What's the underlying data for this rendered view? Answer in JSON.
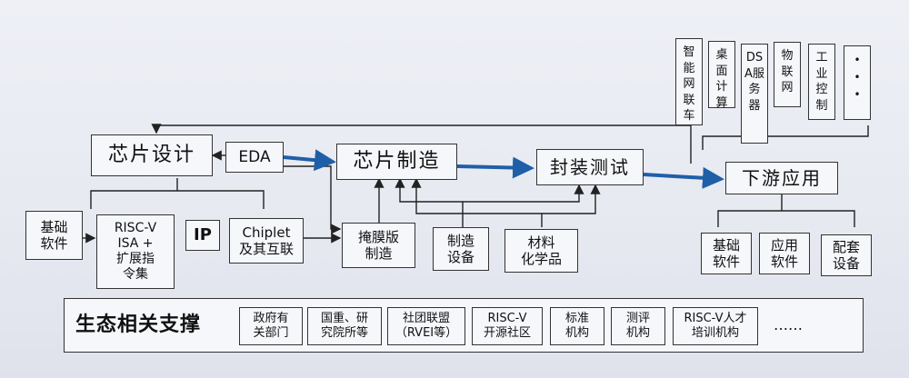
{
  "design": {
    "chip_design": "芯片设计",
    "eda": "EDA",
    "chip_manufacturing": "芯片制造",
    "packaging_testing": "封装测试",
    "downstream": "下游应用"
  },
  "design_inputs": {
    "basic_software": "基础\n软件",
    "riscv_isa": "RISC-V\nISA  +\n扩展指\n令集",
    "ip": "IP",
    "chiplet": "Chiplet\n及其互联"
  },
  "manufacturing_inputs": {
    "mask": "掩膜版\n制造",
    "equipment": "制造\n设备",
    "materials": "材料\n化学品"
  },
  "applications": [
    {
      "name": "app-smart-networked-vehicle",
      "text": "智能网联车"
    },
    {
      "name": "app-desktop-computing",
      "text": "桌面计算"
    },
    {
      "name": "app-dsa-server",
      "text": "DSA服务器"
    },
    {
      "name": "app-iot",
      "text": "物联网"
    },
    {
      "name": "app-industrial-control",
      "text": "工业控制"
    },
    {
      "name": "app-more",
      "text": "•\n•\n•"
    }
  ],
  "downstream_support": {
    "basic_software": "基础\n软件",
    "app_software": "应用\n软件",
    "supporting_equipment": "配套\n设备"
  },
  "ecosystem": {
    "title": "生态相关支撑",
    "items": [
      "政府有\n关部门",
      "国重、研\n究院所等",
      "社团联盟\n（RVEI等）",
      "RISC-V\n开源社区",
      "标准\n机构",
      "测评\n机构",
      "RISC-V人才\n培训机构"
    ],
    "more": "……"
  }
}
